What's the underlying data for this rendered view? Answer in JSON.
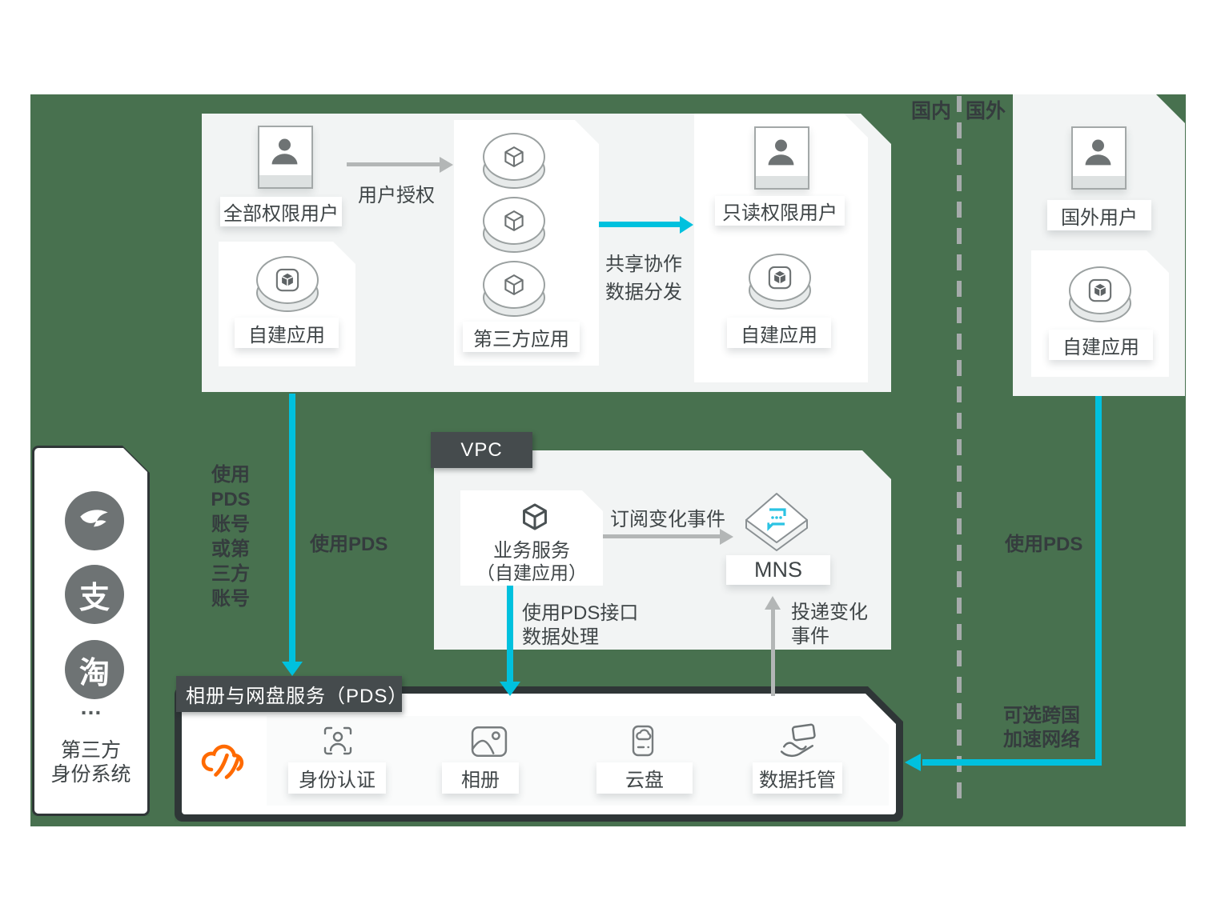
{
  "colors": {
    "background_green": "#48714F",
    "accent_cyan": "#00C1DE",
    "brand_orange": "#FF6A00",
    "panel_dark": "#2F3637",
    "tab_dark": "#454B4D"
  },
  "divider": {
    "domestic": "国内",
    "overseas": "国外"
  },
  "domestic": {
    "full_user": "全部权限用户",
    "user_auth": "用户授权",
    "self_app": "自建应用",
    "third_party_app": "第三方应用",
    "share_line1": "共享协作",
    "share_line2": "数据分发",
    "readonly_user": "只读权限用户",
    "readonly_self_app": "自建应用"
  },
  "overseas": {
    "user": "国外用户",
    "self_app": "自建应用",
    "use_pds": "使用PDS",
    "accel_line1": "可选跨国",
    "accel_line2": "加速网络"
  },
  "vpc": {
    "tab": "VPC",
    "service_line1": "业务服务",
    "service_line2": "（自建应用）",
    "subscribe_events": "订阅变化事件",
    "mns": "MNS",
    "api_line1": "使用PDS接口",
    "api_line2": "数据处理",
    "deliver_line1": "投递变化",
    "deliver_line2": "事件"
  },
  "pds": {
    "tab": "相册与网盘服务（PDS）",
    "services": [
      {
        "label": "身份认证"
      },
      {
        "label": "相册"
      },
      {
        "label": "云盘"
      },
      {
        "label": "数据托管"
      }
    ]
  },
  "identity": {
    "alipay_glyph": "支",
    "taobao_glyph": "淘",
    "ellipsis": "…",
    "label_line1": "第三方",
    "label_line2": "身份系统"
  },
  "left_flow": {
    "account_lines": [
      "使用",
      "PDS",
      "账号",
      "或第",
      "三方",
      "账号"
    ],
    "use_pds": "使用PDS"
  }
}
